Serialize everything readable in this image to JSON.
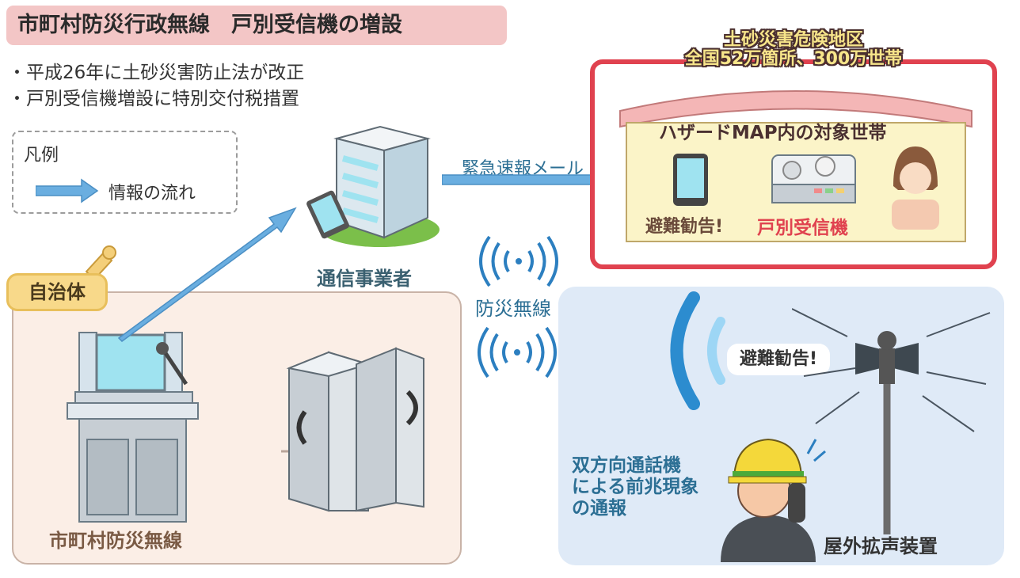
{
  "header": {
    "title": "市町村防災行政無線　戸別受信機の増設"
  },
  "notes": [
    "・平成26年に土砂災害防止法が改正",
    "・戸別受信機増設に特別交付税措置"
  ],
  "legend": {
    "title": "凡例",
    "item_label": "情報の流れ",
    "arrow_color": "#6aaee0"
  },
  "municipality": {
    "tag": "自治体",
    "console_label": "市町村防災無線"
  },
  "carrier": {
    "label": "通信事業者"
  },
  "flows": {
    "mail_label": "緊急速報メール",
    "radio_label": "防災無線"
  },
  "risk_area": {
    "line1": "土砂災害危険地区",
    "line2": "全国52万箇所、300万世帯",
    "house_label": "ハザードMAP内の対象世帯",
    "evac_label": "避難勧告!",
    "receiver_label": "戸別受信機",
    "frame_color": "#e0424f"
  },
  "outdoor": {
    "evac_bubble": "避難勧告!",
    "phone_lines": [
      "双方向通話機",
      "による前兆現象",
      "の通報"
    ],
    "speaker_label": "屋外拡声装置"
  }
}
